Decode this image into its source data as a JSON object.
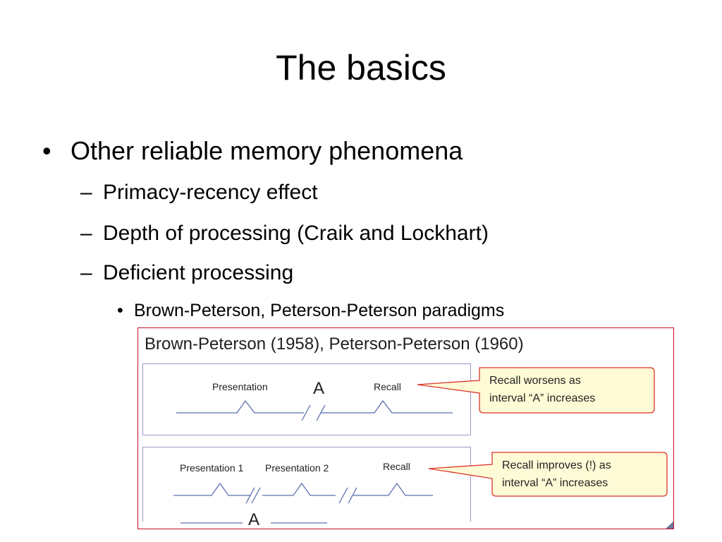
{
  "slide": {
    "title": "The basics"
  },
  "bullets": {
    "level1": {
      "marker": "•",
      "text": "Other reliable memory phenomena"
    },
    "level2": [
      {
        "marker": "–",
        "text": "Primacy-recency effect"
      },
      {
        "marker": "–",
        "text": "Depth of processing (Craik and Lockhart)"
      },
      {
        "marker": "–",
        "text": "Deficient processing"
      }
    ],
    "level3": {
      "marker": "•",
      "text": "Brown-Peterson, Peterson-Peterson paradigms"
    }
  },
  "figure": {
    "title": "Brown-Peterson (1958), Peterson-Peterson (1960)",
    "panel1": {
      "presentation_label": "Presentation",
      "interval_label": "A",
      "recall_label": "Recall",
      "callout_line1": "Recall worsens as",
      "callout_line2": "interval “A” increases"
    },
    "panel2": {
      "presentation1_label": "Presentation 1",
      "presentation2_label": "Presentation 2",
      "recall_label": "Recall",
      "interval_label": "A",
      "callout_line1": "Recall improves (!) as",
      "callout_line2": "interval “A” increases"
    },
    "colors": {
      "border": "#c8102e",
      "panel_border": "#9a96c8",
      "callout_fill": "#fffbd6",
      "callout_stroke": "#d9342b",
      "timeline": "#5b6fae"
    }
  }
}
